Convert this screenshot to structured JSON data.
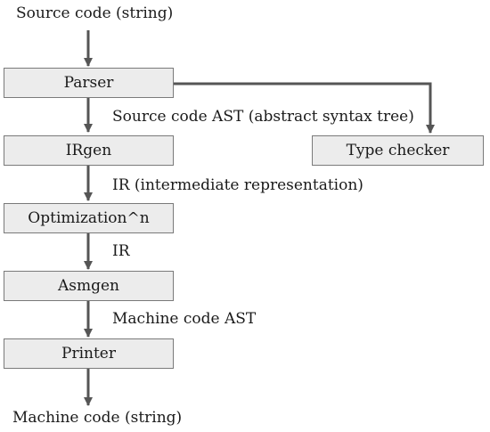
{
  "input_label": "Source code (string)",
  "output_label": "Machine code (string)",
  "stages": {
    "parser": "Parser",
    "irgen": "IRgen",
    "optimization": "Optimization^n",
    "asmgen": "Asmgen",
    "printer": "Printer",
    "type_checker": "Type checker"
  },
  "edges": {
    "parser_to_irgen": "Source code AST (abstract syntax tree)",
    "irgen_to_optimization": "IR (intermediate representation)",
    "optimization_to_asmgen": "IR",
    "asmgen_to_printer": "Machine code AST"
  },
  "colors": {
    "box_fill": "#ececec",
    "box_border": "#7a7a7a",
    "arrow": "#555555",
    "text": "#1a1a1a"
  }
}
